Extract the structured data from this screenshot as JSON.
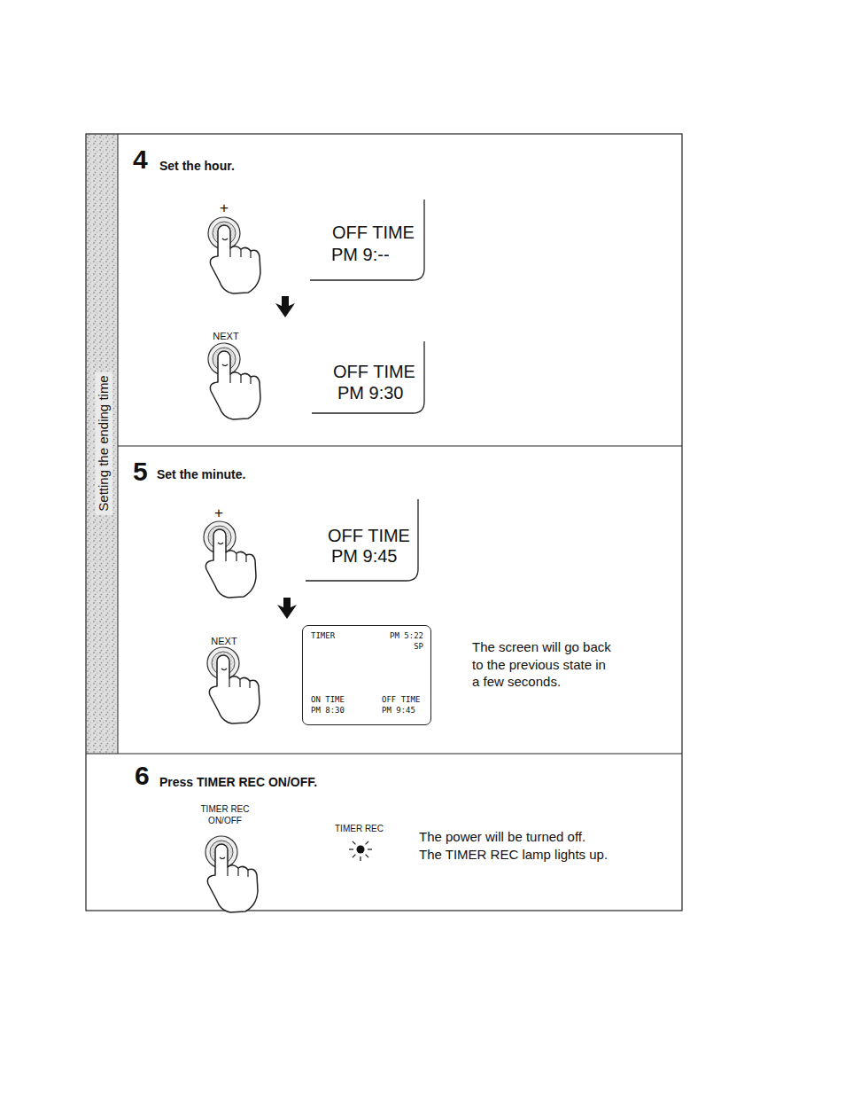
{
  "diagram": {
    "nodes": [
      {
        "text": [
          "4",
          "Set the hour."
        ]
      },
      {
        "text": [
          "OFF TIME",
          "PM 9:--"
        ],
        "in": 0
      },
      {
        "text": [
          "OFF TIME",
          "PM 9:30"
        ],
        "in": 0
      },
      {
        "text": [
          "5",
          "Set the minute."
        ]
      },
      {
        "text": [
          "OFF TIME",
          "PM 9:45"
        ],
        "in": 3
      },
      {
        "text": [
          "TIMER",
          "PM 5:22",
          "SP",
          "ON TIME",
          "PM 8:30",
          "OFF TIME",
          "PM 9:45"
        ],
        "in": 3
      },
      {
        "text": [
          "6",
          "Press TIMER REC ON/OFF."
        ]
      }
    ],
    "labels": [
      "Setting the ending time",
      "+",
      "NEXT",
      "+",
      "NEXT",
      "The screen will go back to the previous state in a few seconds.",
      "TIMER REC ON/OFF",
      "TIMER REC",
      "The power will be turned off.",
      "The TIMER REC lamp lights up."
    ]
  }
}
